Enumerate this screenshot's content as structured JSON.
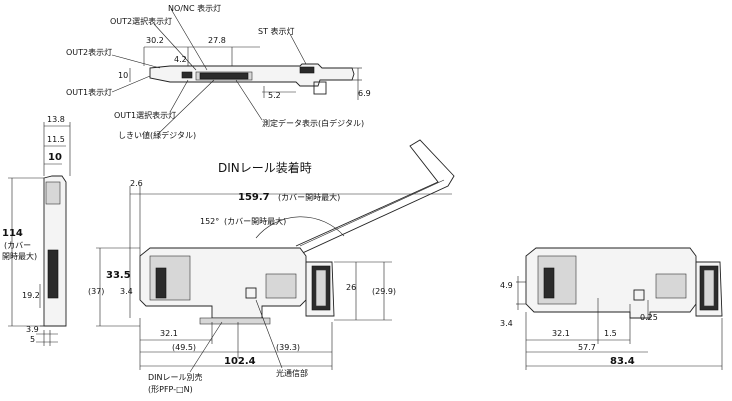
{
  "top_view": {
    "no_nc": "NO/NC 表示灯",
    "out2_sel": "OUT2選択表示灯",
    "st": "ST 表示灯",
    "out2": "OUT2表示灯",
    "out1": "OUT1表示灯",
    "out1_sel": "OUT1選択表示灯",
    "threshold": "しきい値(緑デジタル)",
    "measured": "測定データ表示(白デジタル)",
    "d_30_2": "30.2",
    "d_27_8": "27.8",
    "d_4_2": "4.2",
    "d_10": "10",
    "d_5_2": "5.2",
    "d_6_9": "6.9"
  },
  "side_view": {
    "d_13_8": "13.8",
    "d_11_5": "11.5",
    "d_10": "10",
    "d_114": "114",
    "d_114_note1": "(カバー",
    "d_114_note2": "開時最大)",
    "d_19_2": "19.2",
    "d_3_9": "3.9",
    "d_5": "5"
  },
  "din_view": {
    "title": "DINレール装着時",
    "d_2_6": "2.6",
    "d_159_7": "159.7",
    "d_159_7_note": "(カバー開時最大)",
    "angle": "152°",
    "angle_note": "(カバー開時最大)",
    "d_33_5": "33.5",
    "d_37": "(37)",
    "d_3_4": "3.4",
    "d_26": "26",
    "d_29_9": "(29.9)",
    "d_32_1": "32.1",
    "d_49_5": "(49.5)",
    "d_39_3": "(39.3)",
    "d_102_4": "102.4",
    "rail_label1": "DINレール別売",
    "rail_label2": "(形PFP-□N)",
    "optical": "光通信部"
  },
  "right_view": {
    "d_4_9": "4.9",
    "d_3_4": "3.4",
    "d_0_25": "0.25",
    "d_32_1": "32.1",
    "d_1_5": "1.5",
    "d_57_7": "57.7",
    "d_83_4": "83.4"
  }
}
